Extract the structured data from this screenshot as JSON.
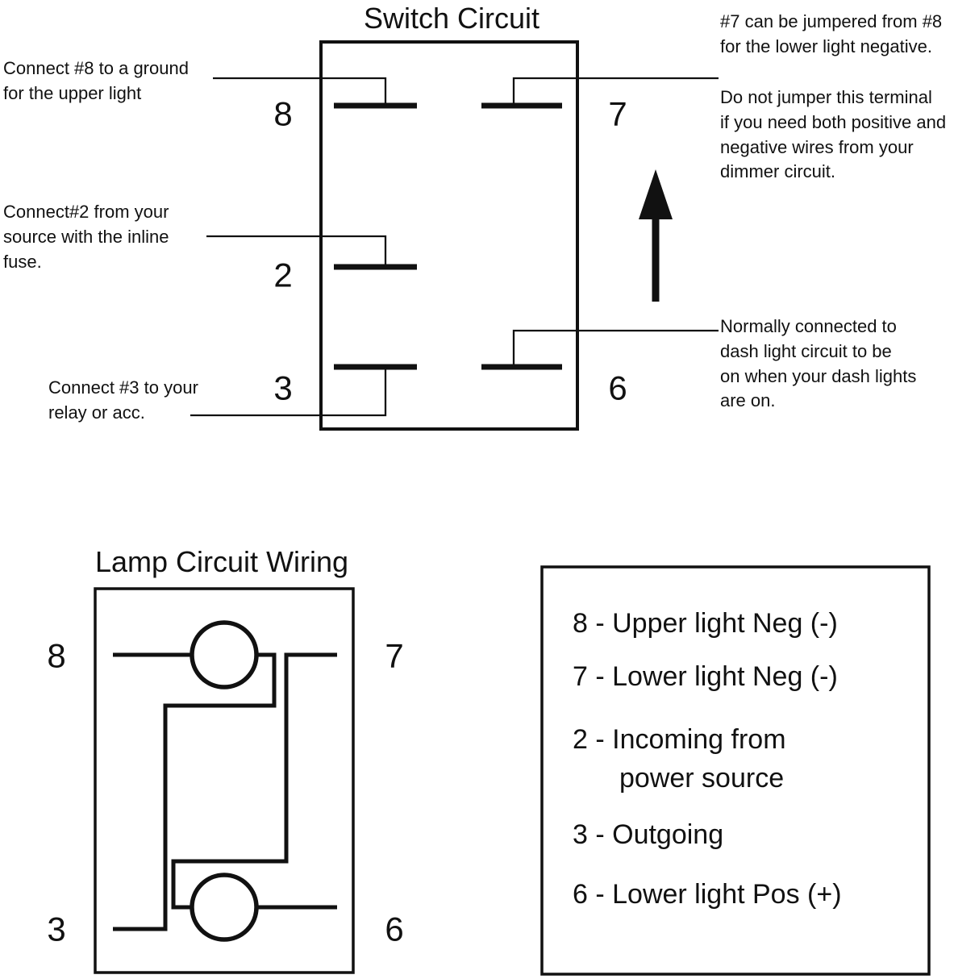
{
  "page": {
    "background": "#ffffff",
    "ink_color": "#111111"
  },
  "switch_circuit": {
    "title": "Switch Circuit",
    "terminal_labels": {
      "t8": "8",
      "t2": "2",
      "t3": "3",
      "t7": "7",
      "t6": "6"
    },
    "notes": {
      "connect_8": "Connect #8 to a ground\nfor the upper light",
      "connect_2": "Connect#2 from your\nsource with the inline\nfuse.",
      "connect_3": "Connect #3 to your\nrelay or acc.",
      "jumper_7": "#7 can be jumpered from #8\nfor the lower light negative.",
      "do_not_jumper": "Do not jumper this terminal\nif you need both positive and\nnegative wires from your\ndimmer circuit.",
      "dash_light": "Normally connected to\ndash light circuit to be\non when your dash lights\nare on."
    }
  },
  "lamp_circuit": {
    "title": "Lamp Circuit Wiring",
    "corner_labels": {
      "top_left": "8",
      "top_right": "7",
      "bottom_left": "3",
      "bottom_right": "6"
    }
  },
  "legend": {
    "items": [
      "8 - Upper light Neg (-)",
      "7 - Lower light Neg (-)",
      "2 - Incoming from power source",
      "3 - Outgoing",
      "6 - Lower light Pos (+)"
    ]
  }
}
